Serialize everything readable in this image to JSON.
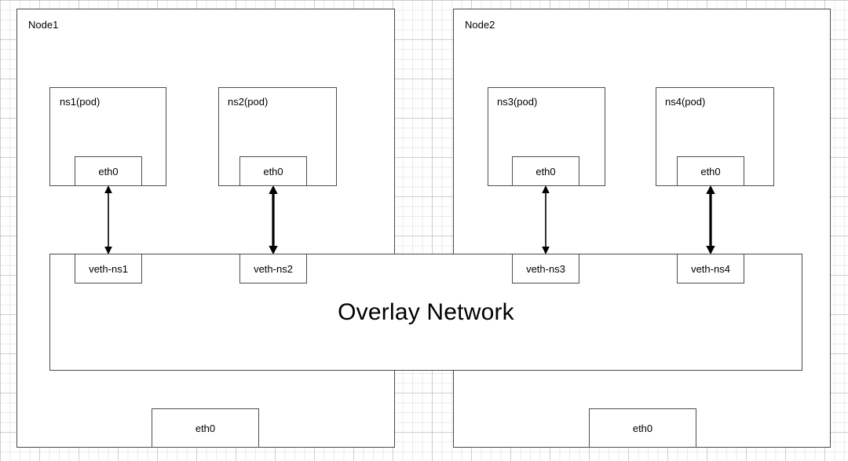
{
  "diagram": {
    "title": "Overlay Network",
    "background": "grid",
    "stroke_color": "#4d4d4d",
    "text_color": "#000000",
    "fill_color": "#ffffff"
  },
  "nodes": [
    {
      "label": "Node1"
    },
    {
      "label": "Node2"
    }
  ],
  "pods": [
    {
      "label": "ns1(pod)",
      "iface": "eth0"
    },
    {
      "label": "ns2(pod)",
      "iface": "eth0"
    },
    {
      "label": "ns3(pod)",
      "iface": "eth0"
    },
    {
      "label": "ns4(pod)",
      "iface": "eth0"
    }
  ],
  "veths": [
    {
      "label": "veth-ns1"
    },
    {
      "label": "veth-ns2"
    },
    {
      "label": "veth-ns3"
    },
    {
      "label": "veth-ns4"
    }
  ],
  "overlay": {
    "label": "Overlay Network"
  },
  "node_ifaces": [
    {
      "label": "eth0"
    },
    {
      "label": "eth0"
    }
  ],
  "links": [
    {
      "from": "ns1(pod).eth0",
      "to": "veth-ns1",
      "style": "double-arrow"
    },
    {
      "from": "ns2(pod).eth0",
      "to": "veth-ns2",
      "style": "double-arrow"
    },
    {
      "from": "ns3(pod).eth0",
      "to": "veth-ns3",
      "style": "double-arrow"
    },
    {
      "from": "ns4(pod).eth0",
      "to": "veth-ns4",
      "style": "double-arrow"
    }
  ]
}
